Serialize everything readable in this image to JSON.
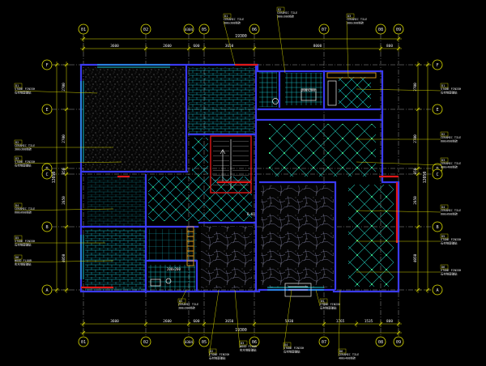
{
  "colors": {
    "background": "#000000",
    "wall": "#3a3af0",
    "dim": "#e0e000",
    "text": "#f0f0f0",
    "grid_bubble": "#e0e000",
    "hatch_cyan": "#18c8d0",
    "hatch_green": "#20e060",
    "accent_red": "#e01818",
    "stone_texture": "#b8b8b8"
  },
  "grid": {
    "top_columns": [
      "01",
      "02",
      "0304",
      "05",
      "06",
      "07",
      "08",
      "09"
    ],
    "bottom_columns": [
      "01",
      "02",
      "0304",
      "05",
      "06",
      "07",
      "08",
      "09"
    ],
    "left_rows": [
      "F",
      "E",
      "D",
      "C",
      "B",
      "A"
    ],
    "right_rows": [
      "F",
      "E",
      "D",
      "C",
      "B",
      "A"
    ]
  },
  "dimensions": {
    "top_segments": [
      "3600",
      "2600",
      "600",
      "3650",
      "8000",
      "800"
    ],
    "top_total": "19300",
    "bottom_segments": [
      "3600",
      "2600",
      "600",
      "3650",
      "5930",
      "1765",
      "1535",
      "800"
    ],
    "bottom_total": "19300",
    "left_segments": [
      "2700",
      "2700",
      "850",
      "2850",
      "4050"
    ],
    "left_total": "12050",
    "right_segments": [
      "2700",
      "2700",
      "850",
      "2850",
      "4050"
    ],
    "right_total": "12050"
  },
  "callouts": {
    "top": [
      {
        "code": "D1",
        "line1": "CERAMIC TILE",
        "line2": "300x300地砖"
      },
      {
        "code": "D2",
        "line1": "CERAMIC TILE",
        "line2": "300x300地砖"
      },
      {
        "code": "D3",
        "line1": "CERAMIC TILE",
        "line2": "300x300地砖"
      }
    ],
    "left": [
      {
        "code": "D1",
        "line1": "STONE FINISH",
        "line2": "石材地面铺贴"
      },
      {
        "code": "D2",
        "line1": "CERAMIC TILE",
        "line2": "300x300地砖"
      },
      {
        "code": "D3",
        "line1": "STONE FINISH",
        "line2": "石材地面铺贴"
      },
      {
        "code": "D4",
        "line1": "CERAMIC TILE",
        "line2": "600x600地砖"
      },
      {
        "code": "D5",
        "line1": "STONE FINISH",
        "line2": "石材地面铺贴"
      },
      {
        "code": "D6",
        "line1": "WOOD FLOOR",
        "line2": "实木地板铺贴"
      }
    ],
    "right": [
      {
        "code": "D1",
        "line1": "STONE FINISH",
        "line2": "石材地面铺贴"
      },
      {
        "code": "D2",
        "line1": "CERAMIC TILE",
        "line2": "600x600地砖"
      },
      {
        "code": "D3",
        "line1": "CERAMIC TILE",
        "line2": "400x400地砖"
      },
      {
        "code": "D4",
        "line1": "CERAMIC TILE",
        "line2": "600x600地砖"
      },
      {
        "code": "D5",
        "line1": "STONE FINISH",
        "line2": "石材地面铺贴"
      },
      {
        "code": "D6",
        "line1": "STONE FINISH",
        "line2": "石材地面铺贴"
      }
    ],
    "bottom": [
      {
        "code": "D1",
        "line1": "CERAMIC TILE",
        "line2": "300x300地砖"
      },
      {
        "code": "D2",
        "line1": "STONE FINISH",
        "line2": "石材地面铺贴"
      },
      {
        "code": "D3",
        "line1": "WOOD FLOOR",
        "line2": "实木地板铺贴"
      },
      {
        "code": "D4",
        "line1": "STONE FINISH",
        "line2": "石材地面铺贴"
      },
      {
        "code": "D5",
        "line1": "STONE FINISH",
        "line2": "石材地面铺贴"
      },
      {
        "code": "D6",
        "line1": "CERAMIC TILE",
        "line2": "400x400地砖"
      }
    ]
  }
}
